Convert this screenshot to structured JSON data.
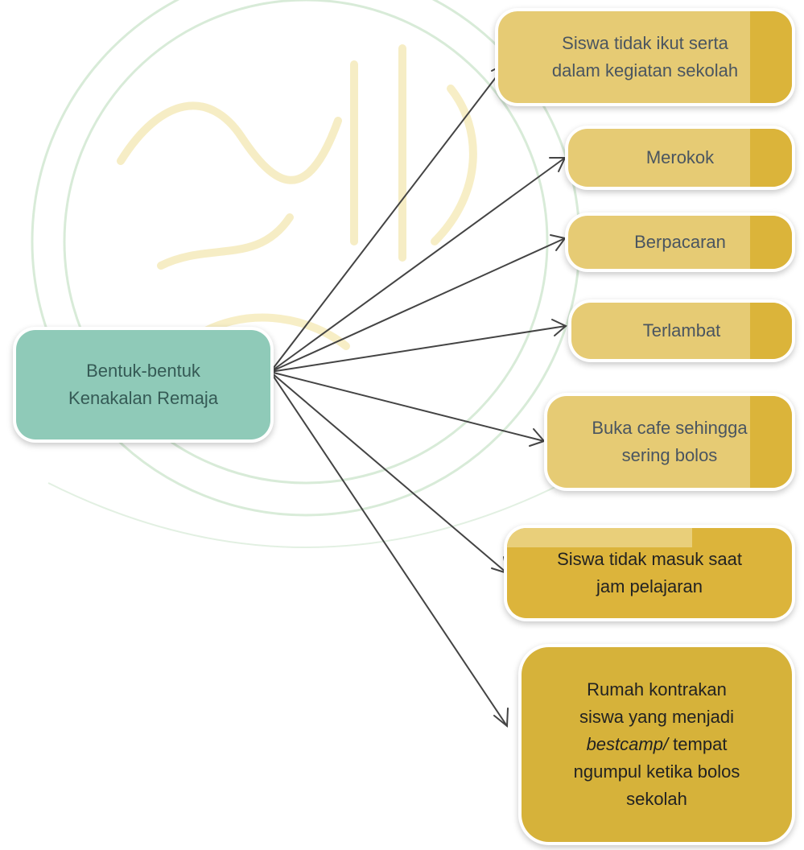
{
  "diagram": {
    "root": {
      "label_line1": "Bentuk-bentuk",
      "label_line2": "Kenakalan Remaja"
    },
    "items": [
      {
        "lines": [
          "Siswa tidak ikut serta",
          "dalam kegiatan sekolah"
        ]
      },
      {
        "lines": [
          "Merokok"
        ]
      },
      {
        "lines": [
          "Berpacaran"
        ]
      },
      {
        "lines": [
          "Terlambat"
        ]
      },
      {
        "lines": [
          "Buka cafe sehingga",
          "sering bolos"
        ]
      },
      {
        "lines": [
          "Siswa tidak masuk saat",
          "jam pelajaran"
        ]
      },
      {
        "line1": "Rumah kontrakan",
        "line2": "siswa yang menjadi",
        "line3_italic": "bestcamp/",
        "line3_rest": " tempat",
        "line4": "ngumpul ketika bolos",
        "line5": "sekolah"
      }
    ]
  },
  "colors": {
    "root_fill": "#8fcab8",
    "item_fill_pale": "#e6cb74",
    "item_fill_gold": "#dbb43a",
    "arrow": "#444444"
  }
}
